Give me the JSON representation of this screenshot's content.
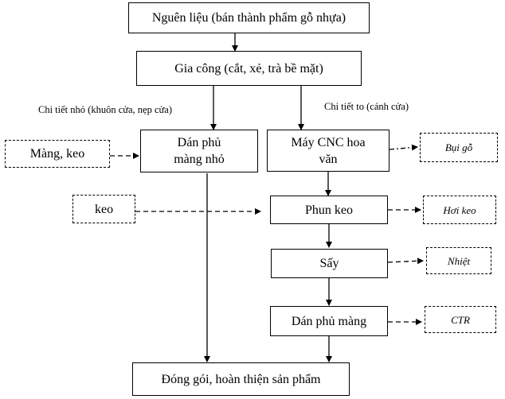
{
  "nodes": {
    "raw": "Nguên liệu (bán thành phẩm gỗ nhựa)",
    "process": "Gia công (cắt, xẻ, trà bề mặt)",
    "small_lam": "Dán phủ màng nhỏ",
    "cnc": "Máy CNC hoa văn",
    "spray": "Phun keo",
    "dry": "Sấy",
    "laminate": "Dán phủ màng",
    "pack": "Đóng gói, hoàn thiện sản phẩm"
  },
  "inputs": {
    "film_glue": "Màng, keo",
    "glue": "keo"
  },
  "outputs": {
    "dust": "Bụi gỗ",
    "fumes": "Hơi keo",
    "heat": "Nhiệt",
    "waste": "CTR"
  },
  "labels": {
    "small_parts": "Chi tiết nhỏ (khuôn cửa, nẹp cửa)",
    "large_parts": "Chi tiết to (cánh cửa)"
  }
}
